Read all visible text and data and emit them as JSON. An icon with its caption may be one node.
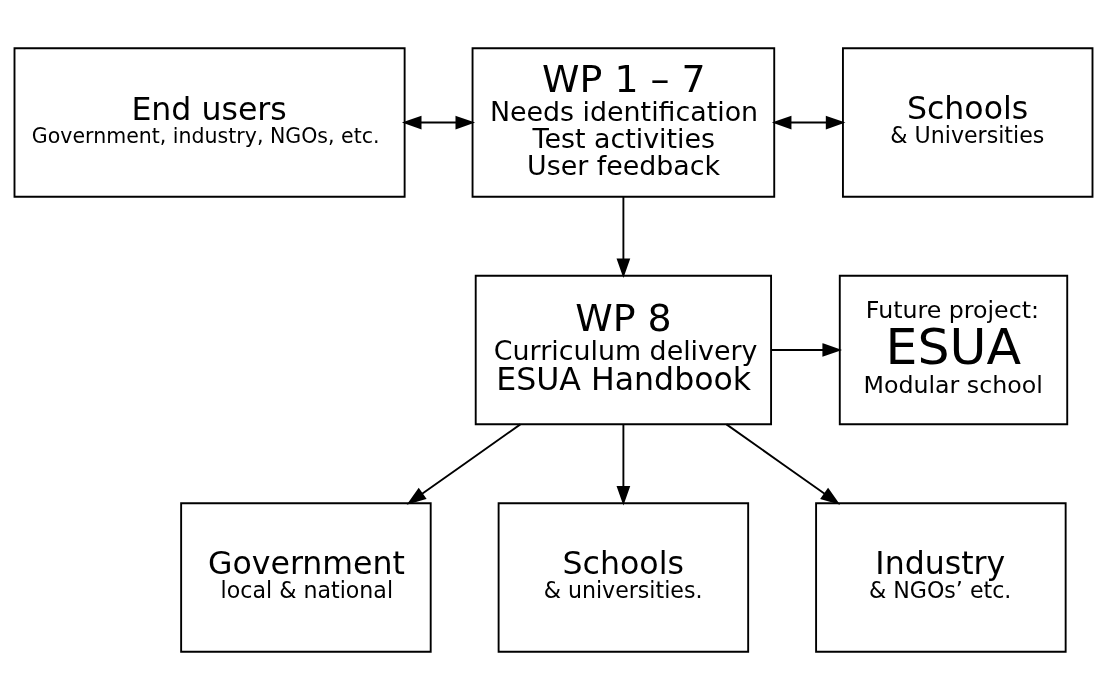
{
  "diagram": {
    "nodes": [
      {
        "text": [
          "End users",
          "Government, industry, NGOs, etc."
        ]
      },
      {
        "text": [
          "WP 1 – 7",
          "Needs identification",
          "Test activities",
          "User feedback"
        ]
      },
      {
        "text": [
          "Schools",
          "& Universities"
        ]
      },
      {
        "text": [
          "WP 8",
          "Curriculum delivery",
          "ESUA Handbook"
        ]
      },
      {
        "text": [
          "Future project:",
          "ESUA",
          "Modular school"
        ]
      },
      {
        "text": [
          "Government",
          "local & national"
        ]
      },
      {
        "text": [
          "Schools",
          "& universities."
        ]
      },
      {
        "text": [
          "Industry",
          "& NGOs’ etc."
        ]
      }
    ],
    "edges": [
      {
        "from": 0,
        "to": 1,
        "arrow": "both"
      },
      {
        "from": 1,
        "to": 2,
        "arrow": "both"
      },
      {
        "from": 1,
        "to": 3,
        "arrow": "to"
      },
      {
        "from": 3,
        "to": 4,
        "arrow": "to"
      },
      {
        "from": 3,
        "to": 5,
        "arrow": "to"
      },
      {
        "from": 3,
        "to": 6,
        "arrow": "to"
      },
      {
        "from": 3,
        "to": 7,
        "arrow": "to"
      }
    ]
  }
}
